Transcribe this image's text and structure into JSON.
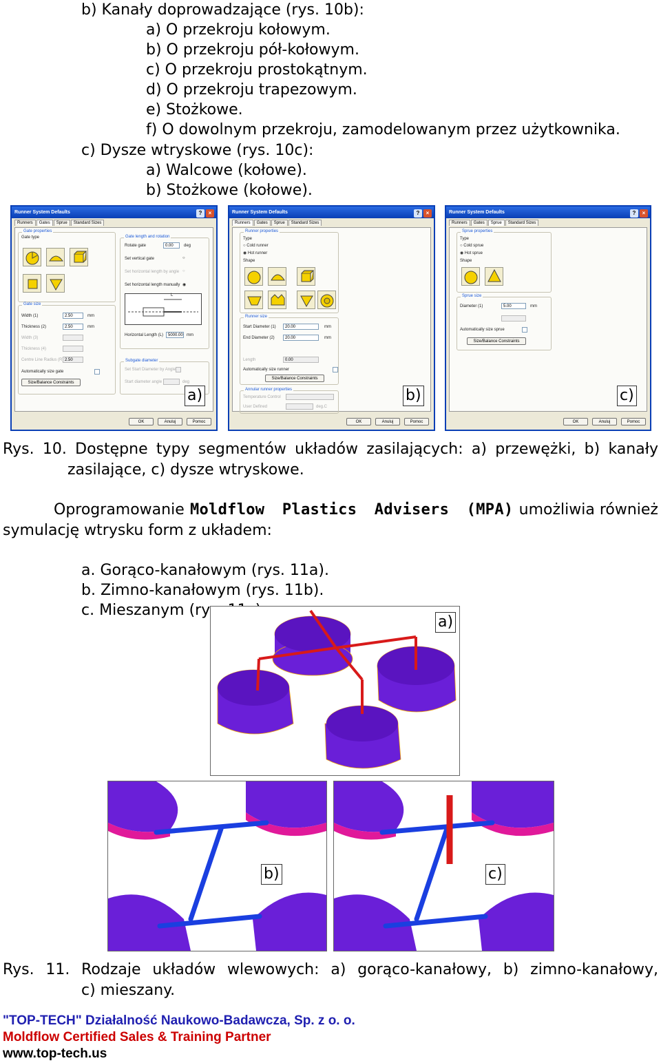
{
  "top_list": {
    "b_head": "b)  Kanały doprowadzające (rys. 10b):",
    "b_items": [
      "a)  O przekroju kołowym.",
      "b)  O przekroju pół-kołowym.",
      "c)  O przekroju prostokątnym.",
      "d)  O przekroju trapezowym.",
      "e)  Stożkowe.",
      "f)  O dowolnym przekroju, zamodelowanym przez użytkownika."
    ],
    "c_head": "c)  Dysze wtryskowe (rys. 10c):",
    "c_items": [
      "a)  Walcowe (kołowe).",
      "b)  Stożkowe (kołowe)."
    ]
  },
  "dialogs": {
    "title": "Runner System Defaults",
    "tabs": [
      "Runners",
      "Gates",
      "Sprue",
      "Standard Sizes"
    ],
    "ok": "OK",
    "cancel": "Anuluj",
    "help": "Pomoc",
    "size_balance": "Size/Balance Constraints",
    "a": {
      "label": "a)",
      "gate_properties": "Gate properties",
      "gate_type": "Gate type",
      "gate_size": "Gate size",
      "width": "Width (1)",
      "width_val": "2.50",
      "thickness": "Thickness (2)",
      "thickness_val": "2.50",
      "width3": "Width (3)",
      "thickness4": "Thickness (4)",
      "clr": "Centre Line Radius (R)",
      "clr_val": "2.50",
      "auto_gate": "Automatically size gate",
      "mm": "mm",
      "gate_len_rot": "Gate length and rotation",
      "rotate_gate": "Rotate gate",
      "rotate_val": "0.00",
      "deg": "deg",
      "set_vertical": "Set vertical gate",
      "set_h_angle": "Set horizontal length by angle",
      "set_h_manual": "Set horizontal length manually",
      "h_length": "Horizontal Length (L)",
      "h_length_val": "5000.00",
      "subgate": "Subgate diameter",
      "set_start_diam": "Set Start Diameter by Angle",
      "start_diam_angle": "Start diameter angle",
      "L": "L"
    },
    "b": {
      "label": "b)",
      "runner_properties": "Runner properties",
      "type": "Type",
      "cold_runner": "Cold runner",
      "hot_runner": "Hot runner",
      "shape": "Shape",
      "runner_size": "Runner size",
      "start_diam": "Start Diameter (1)",
      "start_val": "20.00",
      "end_diam": "End Diameter (2)",
      "end_val": "20.00",
      "length": "Length",
      "length_val": "0.00",
      "auto_runner": "Automatically size runner",
      "annular": "Annular runner properties",
      "temp_control": "Temperature Control",
      "user_defined": "User Defined",
      "deg_c": "deg.C"
    },
    "c": {
      "label": "c)",
      "sprue_properties": "Sprue properties",
      "type": "Type",
      "cold_sprue": "Cold sprue",
      "hot_sprue": "Hot sprue",
      "shape": "Shape",
      "sprue_size": "Sprue size",
      "diameter": "Diameter (1)",
      "diameter_val": "5.00",
      "auto_sprue": "Automatically size sprue"
    }
  },
  "caption10": {
    "line1": "Rys. 10. Dostępne typy segmentów układów zasilających: a) przewężki, b) kanały",
    "line2": "zasilające, c) dysze wtryskowe."
  },
  "para": {
    "pre": "Oprogramowanie",
    "bold": "Moldflow Plastics Advisers (MPA)",
    "post": "umożliwia również",
    "line2": "symulację wtrysku form z układem:"
  },
  "list2": [
    "a.  Gorąco-kanałowym (rys. 11a).",
    "b.  Zimno-kanałowym (rys. 11b).",
    "c.  Mieszanym (rys. 11c)."
  ],
  "fig11_labels": {
    "a": "a)",
    "b": "b)",
    "c": "c)"
  },
  "caption11": {
    "line1": "Rys. 11. Rodzaje układów wlewowych: a) gorąco-kanałowy, b) zimno-kanałowy,",
    "line2": "c) mieszany."
  },
  "footer": {
    "line1": "\"TOP-TECH\" Działalność Naukowo-Badawcza, Sp. z o. o.",
    "line2": "Moldflow Certified Sales & Training Partner",
    "line3": "www.top-tech.us"
  },
  "colors": {
    "footer_blue": "#1f1fb0",
    "footer_red": "#cc0000",
    "part_purple": "#6a1fd8",
    "hot_red": "#d81a1a",
    "cold_blue": "#1a3fe0",
    "dialog_title": "#0a3fb5"
  }
}
